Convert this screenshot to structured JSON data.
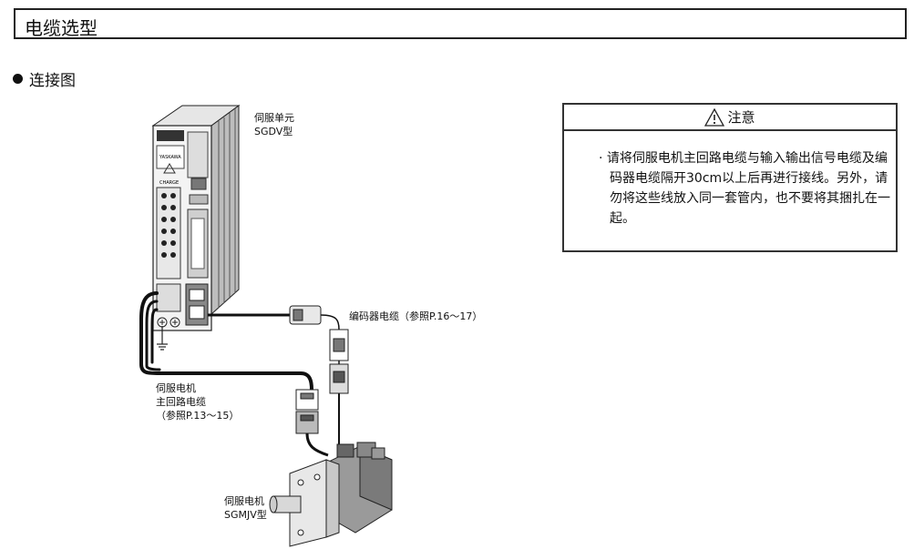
{
  "header": {
    "title": "电缆选型"
  },
  "section": {
    "title": "连接图"
  },
  "labels": {
    "servo_unit_name": "伺服单元",
    "servo_unit_model": "SGDV型",
    "encoder_cable": "编码器电缆（参照P.16～17）",
    "main_cable_line1": "伺服电机",
    "main_cable_line2": "主回路电缆",
    "main_cable_line3": "（参照P.13～15）",
    "motor_name": "伺服电机",
    "motor_model": "SGMJV型"
  },
  "caution": {
    "title": "注意",
    "bullet": "·",
    "text": "请将伺服电机主回路电缆与输入输出信号电缆及编码器电缆隔开30cm以上后再进行接线。另外，请勿将这些线放入同一套管内，也不要将其捆扎在一起。"
  },
  "icons": [
    "warning-triangle-icon",
    "ground-icon"
  ]
}
